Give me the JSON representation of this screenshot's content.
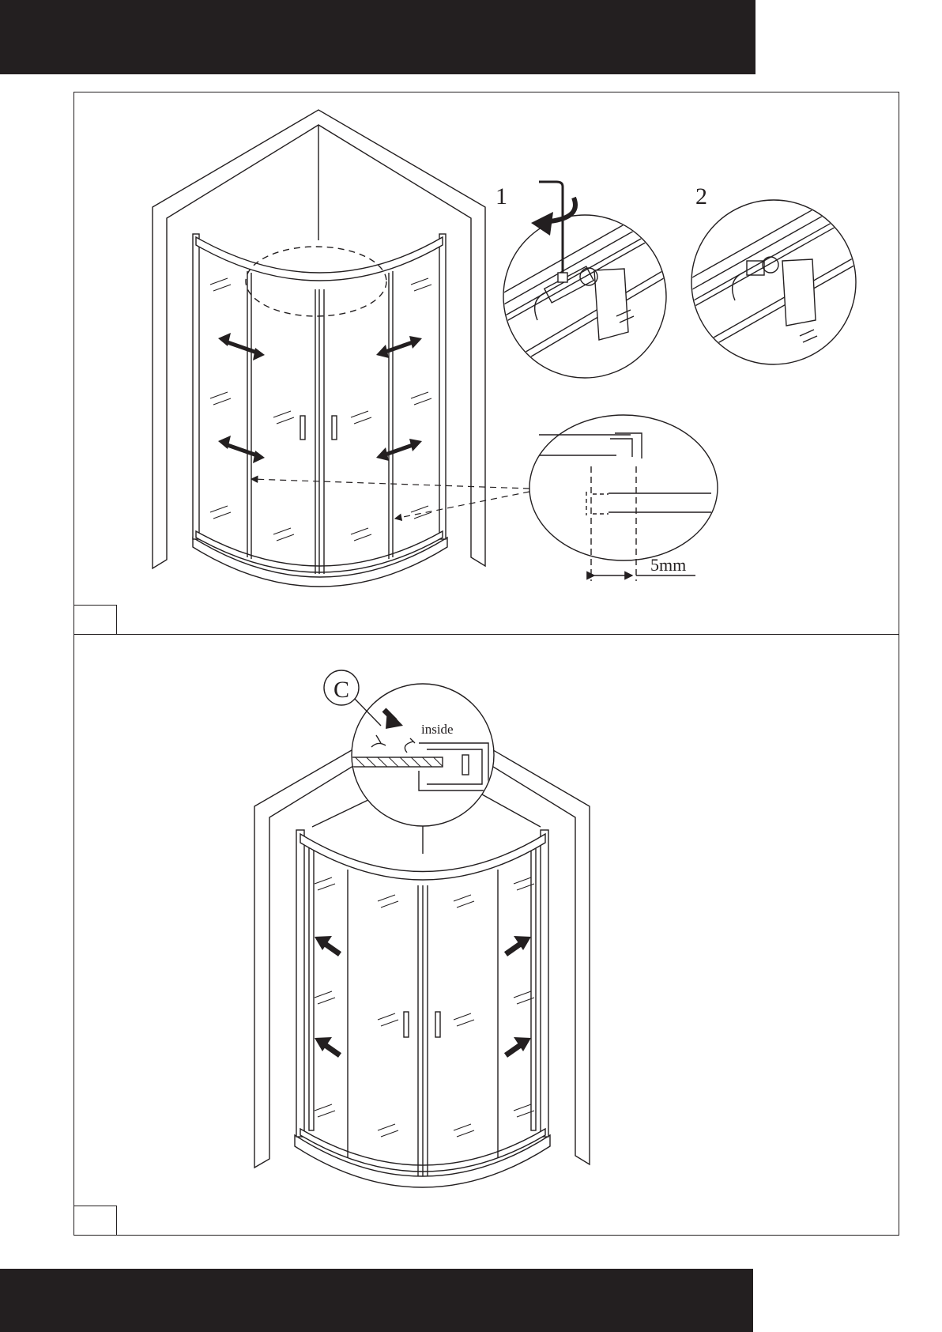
{
  "steps": {
    "top": {
      "number": ""
    },
    "bottom": {
      "number": ""
    }
  },
  "detail_labels": {
    "detail_1": "1",
    "detail_2": "2",
    "gap": "5mm",
    "part": "C",
    "inside": "inside"
  },
  "colors": {
    "ink": "#231f20",
    "background": "#ffffff"
  }
}
